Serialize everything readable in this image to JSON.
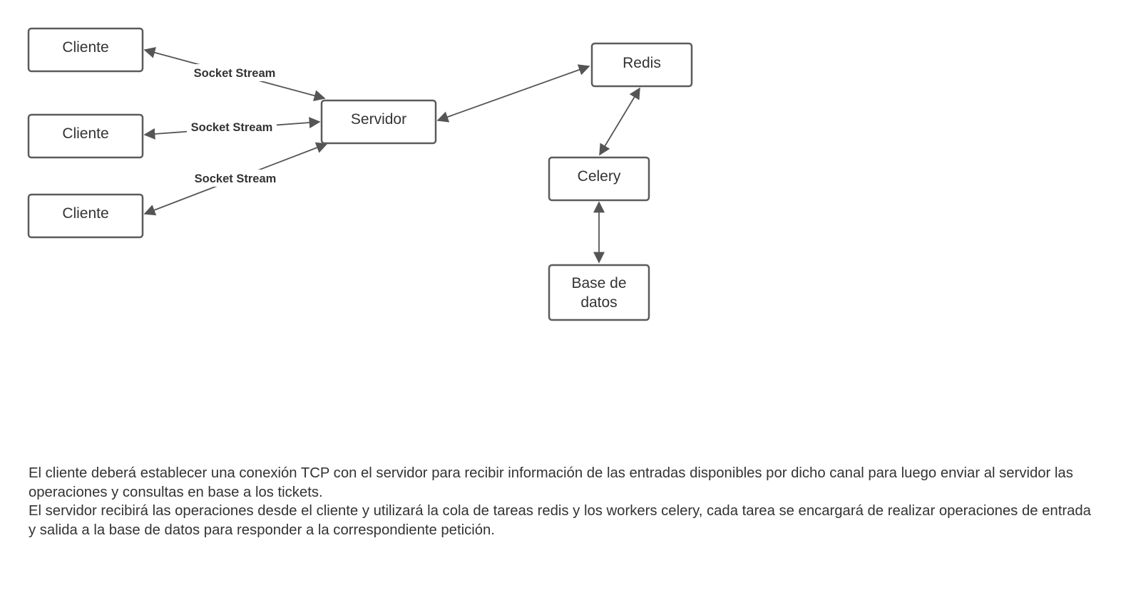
{
  "nodes": {
    "cliente_1": "Cliente",
    "cliente_2": "Cliente",
    "cliente_3": "Cliente",
    "servidor": "Servidor",
    "redis": "Redis",
    "celery": "Celery",
    "base_de_datos_line1": "Base de",
    "base_de_datos_line2": "datos"
  },
  "edges": {
    "cliente_1_servidor": "Socket Stream",
    "cliente_2_servidor": "Socket Stream",
    "cliente_3_servidor": "Socket Stream"
  },
  "description": {
    "paragraph_1": "El cliente deberá establecer una conexión TCP con el servidor para recibir información de las entradas disponibles por dicho canal para luego enviar al servidor las operaciones y consultas en base a los tickets.",
    "paragraph_2": "El servidor recibirá las operaciones desde el cliente y utilizará la cola de tareas redis y los workers celery, cada tarea se encargará de realizar operaciones de entrada y salida a la base de datos para responder a la correspondiente petición."
  },
  "colors": {
    "node_border": "#5b5b5b",
    "edge": "#555555",
    "text": "#333333",
    "background": "#ffffff"
  }
}
